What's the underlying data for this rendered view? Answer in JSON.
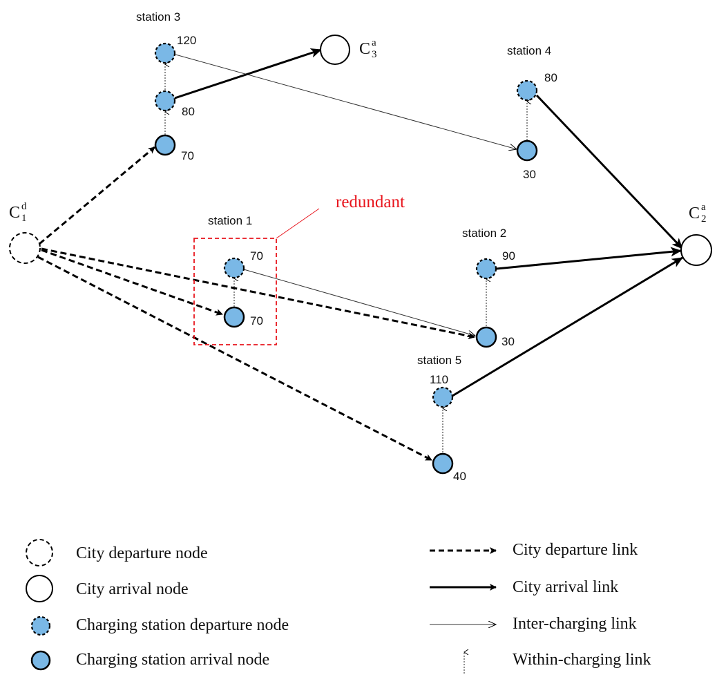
{
  "stations": {
    "s1": {
      "name": "station 1",
      "arr_value": "70",
      "dep_value": "70"
    },
    "s2": {
      "name": "station 2",
      "arr_value": "30",
      "dep_value": "90"
    },
    "s3": {
      "name": "station 3",
      "arr_value": "70",
      "dep_value_low": "80",
      "dep_value_high": "120"
    },
    "s4": {
      "name": "station 4",
      "arr_value": "30",
      "dep_value": "80"
    },
    "s5": {
      "name": "station 5",
      "arr_value": "40",
      "dep_value": "110"
    }
  },
  "cities": {
    "c1d": {
      "letter": "C",
      "sub": "1",
      "sup": "d"
    },
    "c2a": {
      "letter": "C",
      "sub": "2",
      "sup": "a"
    },
    "c3a": {
      "letter": "C",
      "sub": "3",
      "sup": "a"
    }
  },
  "annotation": {
    "redundant": "redundant"
  },
  "legend": {
    "city_departure_node": "City departure node",
    "city_arrival_node": "City arrival node",
    "cs_departure_node": "Charging station departure node",
    "cs_arrival_node": "Charging station arrival node",
    "city_departure_link": "City departure link",
    "city_arrival_link": "City arrival link",
    "inter_charging_link": "Inter-charging link",
    "within_charging_link": "Within-charging link"
  },
  "colors": {
    "node_fill": "#7ab8e6",
    "annotation": "#e8141c",
    "stroke": "#000000"
  }
}
